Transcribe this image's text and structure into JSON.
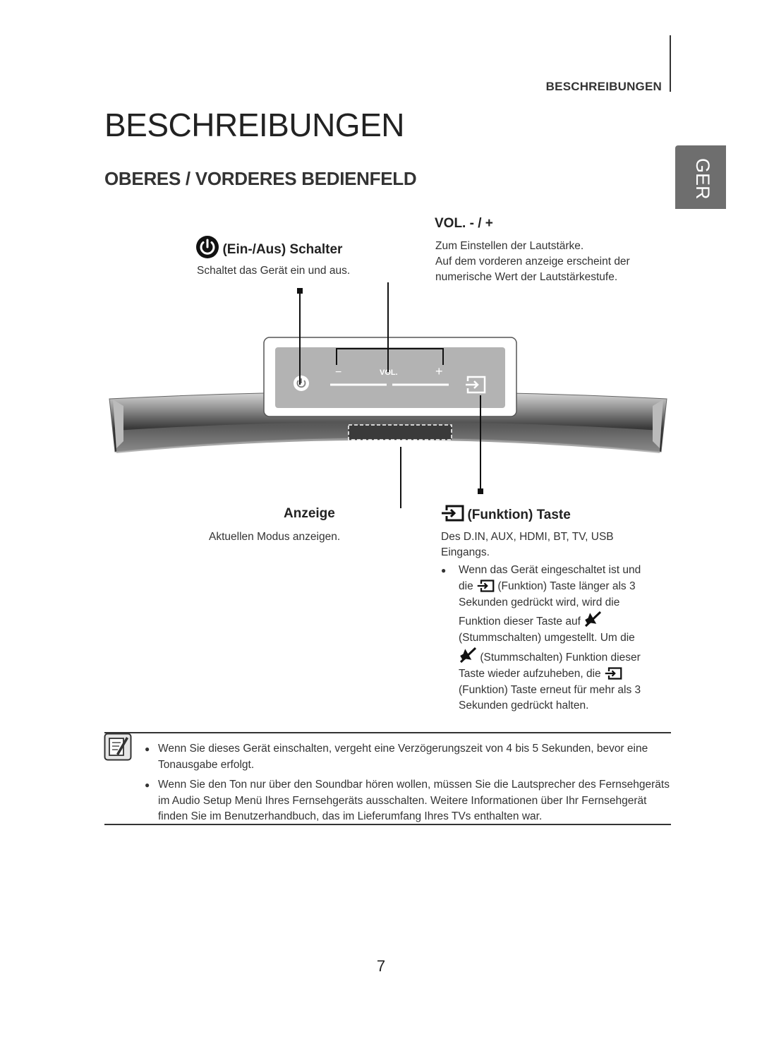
{
  "header": {
    "section": "BESCHREIBUNGEN",
    "language_tab": "GER"
  },
  "page_title": "BESCHREIBUNGEN",
  "section_title": "OBERES / VORDERES BEDIENFELD",
  "callouts": {
    "power": {
      "title": "(Ein-/Aus) Schalter",
      "desc": "Schaltet das Gerät ein und aus.",
      "icon": "power-icon"
    },
    "volume": {
      "title": "VOL. - / +",
      "desc_lines": [
        "Zum Einstellen der Lautstärke.",
        "Auf dem vorderen anzeige erscheint der",
        "numerische Wert der Lautstärkestufe."
      ]
    },
    "display": {
      "title": "Anzeige",
      "desc": "Aktuellen Modus anzeigen."
    },
    "function": {
      "title": "(Funktion) Taste",
      "icon": "input-source-icon",
      "desc_lines": [
        "Des D.IN, AUX, HDMI, BT, TV, USB",
        "Eingangs."
      ],
      "bullet": {
        "l1": "Wenn das Gerät eingeschaltet ist und",
        "l2a": "die",
        "l2b": "(Funktion) Taste länger als 3",
        "l3": "Sekunden gedrückt wird, wird die",
        "l4": "Funktion dieser Taste auf",
        "l5": "(Stummschalten) umgestellt. Um die",
        "l6": "(Stummschalten) Funktion dieser",
        "l7": "Taste wieder aufzuheben, die",
        "l8": "(Funktion) Taste erneut für mehr als 3",
        "l9": "Sekunden gedrückt halten."
      }
    }
  },
  "device": {
    "vol_label": "VOL.",
    "minus": "−",
    "plus": "+"
  },
  "notes": [
    "Wenn Sie dieses Gerät einschalten, vergeht eine Verzögerungszeit von 4 bis 5 Sekunden, bevor eine Tonausgabe erfolgt.",
    "Wenn Sie den Ton nur über den Soundbar hören wollen, müssen Sie die Lautsprecher des Fernsehgeräts im Audio Setup Menü Ihres Fernsehgeräts ausschalten. Weitere Informationen über Ihr Fernsehgerät finden Sie im Benutzerhandbuch, das im Lieferumfang Ihres TVs enthalten war."
  ],
  "page_number": "7"
}
